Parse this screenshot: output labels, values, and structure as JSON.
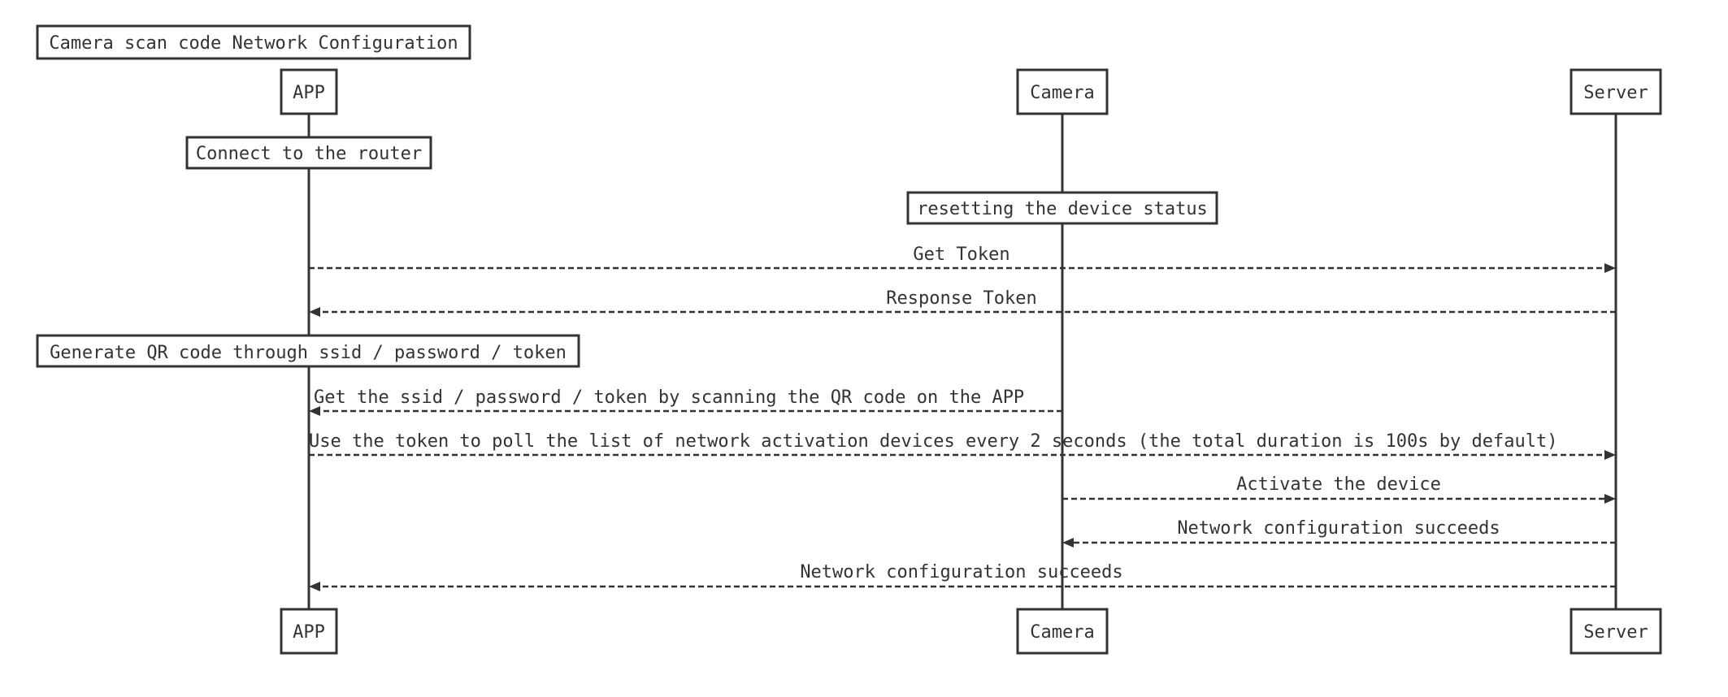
{
  "diagram": {
    "title": "Camera scan code Network Configuration",
    "participants": [
      {
        "id": "app",
        "label": "APP"
      },
      {
        "id": "camera",
        "label": "Camera"
      },
      {
        "id": "server",
        "label": "Server"
      }
    ],
    "notes": [
      {
        "id": "note-router",
        "label": "Connect to the router"
      },
      {
        "id": "note-reset",
        "label": "resetting the device status"
      },
      {
        "id": "note-qr",
        "label": "Generate QR code through ssid / password / token"
      }
    ],
    "messages": [
      {
        "id": "m1",
        "from": "app",
        "to": "server",
        "label": "Get Token"
      },
      {
        "id": "m2",
        "from": "server",
        "to": "app",
        "label": "Response Token"
      },
      {
        "id": "m3",
        "from": "camera",
        "to": "app",
        "label": "Get the ssid / password / token by scanning the QR code on the APP"
      },
      {
        "id": "m4",
        "from": "app",
        "to": "server",
        "label": "Use the token to poll the list of network activation devices every 2 seconds (the total duration is 100s by default)"
      },
      {
        "id": "m5",
        "from": "camera",
        "to": "server",
        "label": "Activate the device"
      },
      {
        "id": "m6",
        "from": "server",
        "to": "camera",
        "label": "Network configuration succeeds"
      },
      {
        "id": "m7",
        "from": "server",
        "to": "app",
        "label": "Network configuration succeeds"
      }
    ],
    "colors": {
      "line": "#333333",
      "background": "#ffffff"
    }
  }
}
